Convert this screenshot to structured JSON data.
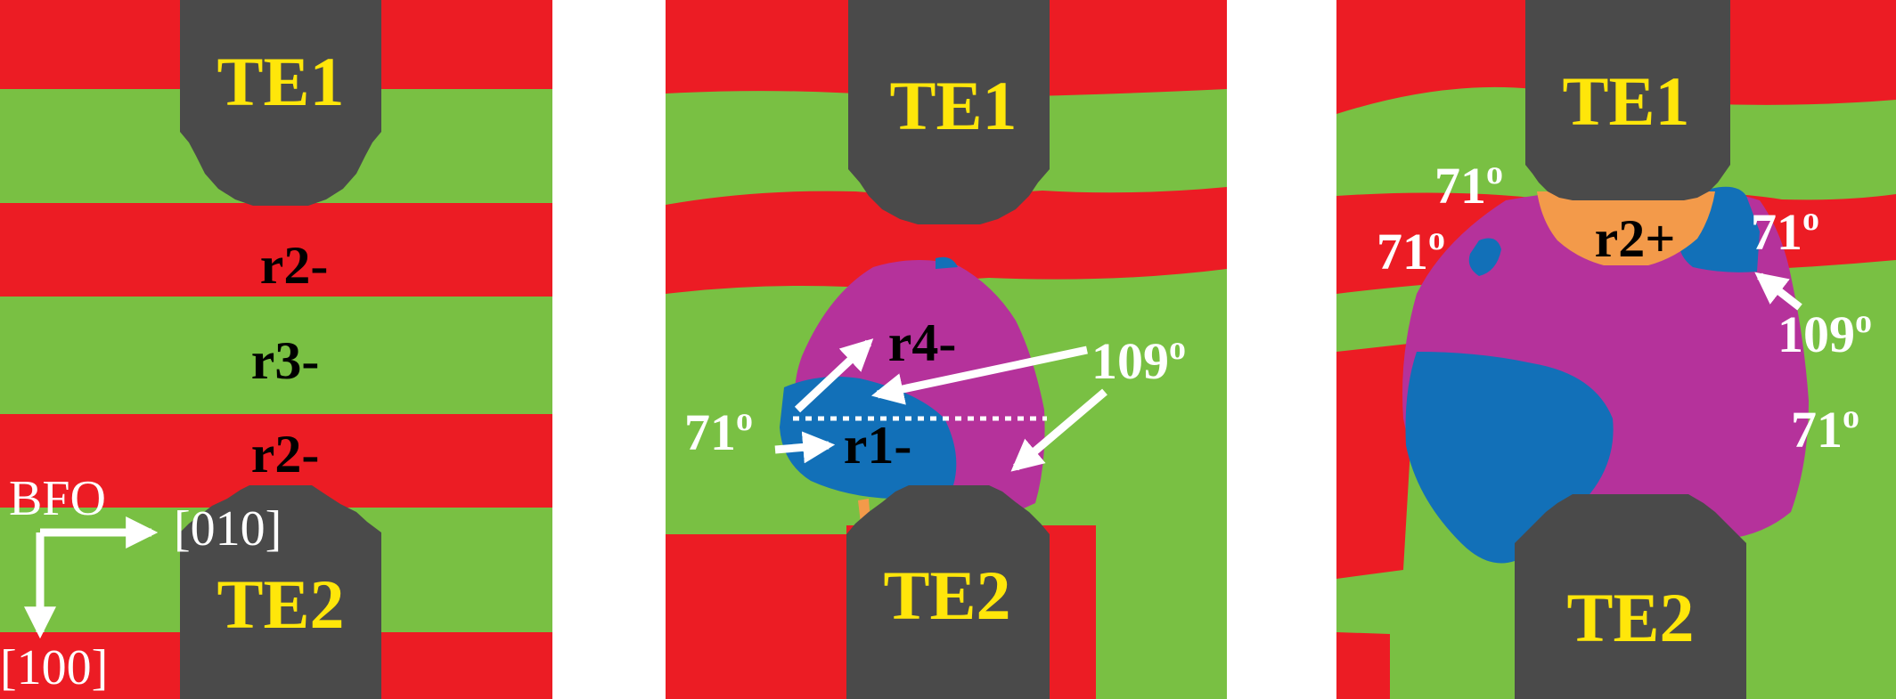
{
  "colors": {
    "red": "#EC1C24",
    "green": "#79C043",
    "electrode": "#4A4A4A",
    "blue": "#1270B8",
    "magenta": "#B5329B",
    "orange": "#F39A4A",
    "label_yellow": "#FFE60A",
    "annotation_white": "#FFFFFF"
  },
  "panels": [
    {
      "electrodes": {
        "top": "TE1",
        "bottom": "TE2"
      },
      "domain_labels": [
        "r2-",
        "r3-",
        "r2-"
      ],
      "axes": {
        "material": "BFO",
        "horizontal": "[010]",
        "vertical": "[100]"
      }
    },
    {
      "electrodes": {
        "top": "TE1",
        "bottom": "TE2"
      },
      "domain_labels": [
        "r4-",
        "r1-"
      ],
      "angle_labels": [
        {
          "value": "71",
          "unit": "o"
        },
        {
          "value": "109",
          "unit": "o"
        }
      ]
    },
    {
      "electrodes": {
        "top": "TE1",
        "bottom": "TE2"
      },
      "domain_labels": [
        "r2+"
      ],
      "angle_labels": [
        {
          "value": "71",
          "unit": "o"
        },
        {
          "value": "71",
          "unit": "o"
        },
        {
          "value": "71",
          "unit": "o"
        },
        {
          "value": "109",
          "unit": "o"
        },
        {
          "value": "71",
          "unit": "o"
        }
      ]
    }
  ]
}
